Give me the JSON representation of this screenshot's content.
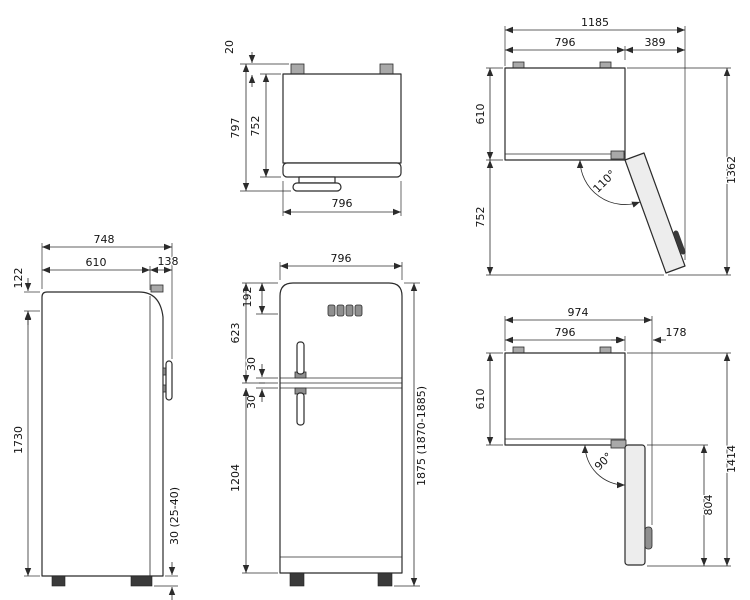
{
  "drawing": {
    "views": {
      "top": {
        "hinge_protrusion": "20",
        "depth_with_handle": "797",
        "depth_body": "752",
        "width": "796"
      },
      "open110": {
        "total_width": "1185",
        "body_width": "796",
        "door_projection": "389",
        "depth_to_hinge": "610",
        "door_swing_depth": "752",
        "total_depth": "1362",
        "angle": "110°"
      },
      "side": {
        "total_depth": "748",
        "body_depth": "610",
        "top_height": "122",
        "door_depth": "138",
        "body_height": "1730",
        "feet_height": "30 (25-40)"
      },
      "front": {
        "top_to_handle": "192",
        "width": "796",
        "freezer_door_height": "623",
        "gap_upper": "30",
        "gap_lower": "30",
        "fridge_door_height": "1204",
        "total_height": "1875 (1870-1885)"
      },
      "open90": {
        "total_width": "974",
        "body_width": "796",
        "handle_projection": "178",
        "depth_to_hinge": "610",
        "angle": "90°",
        "door_swing_depth": "804",
        "total_depth": "1414"
      }
    }
  }
}
